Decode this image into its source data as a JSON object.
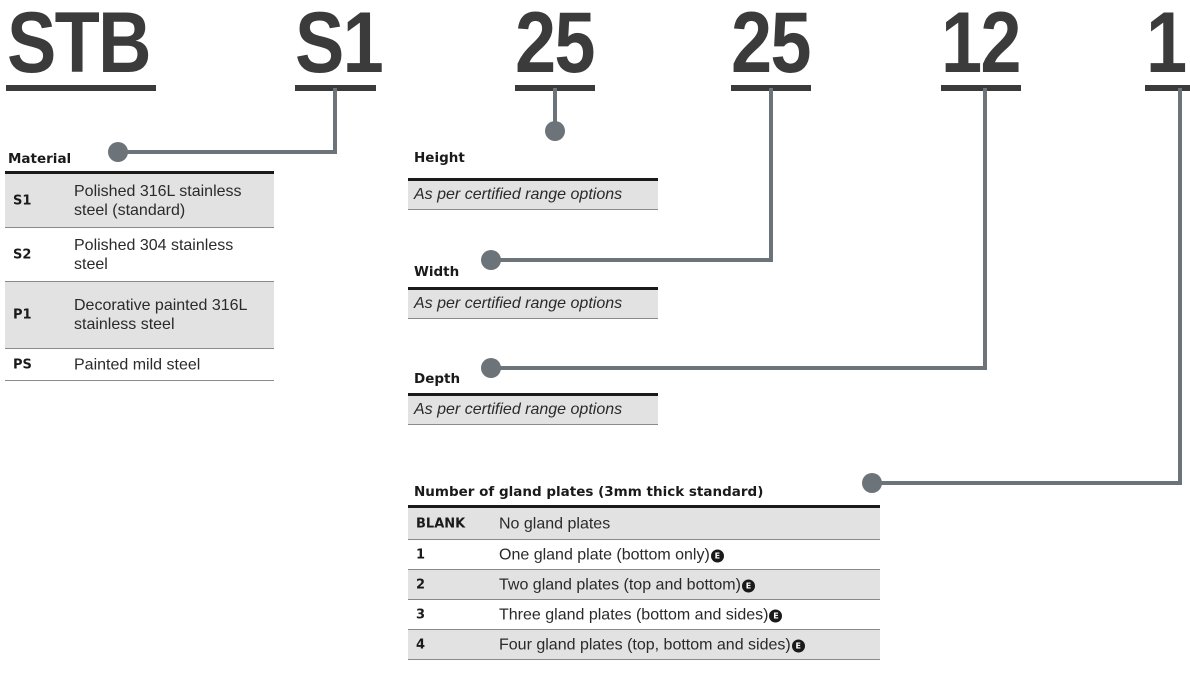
{
  "code_parts": [
    "STB",
    "S1",
    "25",
    "25",
    "12",
    "1"
  ],
  "material": {
    "title": "Material",
    "options": [
      {
        "code": "S1",
        "desc_line1": "Polished 316L stainless",
        "desc_line2": "steel (standard)"
      },
      {
        "code": "S2",
        "desc_line1": "Polished 304 stainless",
        "desc_line2": "steel"
      },
      {
        "code": "P1",
        "desc_line1": "Decorative painted 316L",
        "desc_line2": "stainless steel"
      },
      {
        "code": "PS",
        "desc_line1": "Painted mild steel",
        "desc_line2": ""
      }
    ]
  },
  "height": {
    "title": "Height",
    "value": "As per certified range options"
  },
  "width": {
    "title": "Width",
    "value": "As per certified range options"
  },
  "depth": {
    "title": "Depth",
    "value": "As per certified range options"
  },
  "gland_plates": {
    "title": "Number of gland plates (3mm thick standard)",
    "options": [
      {
        "code": "BLANK",
        "desc": "No gland plates",
        "badge": ""
      },
      {
        "code": "1",
        "desc": "One gland plate (bottom only)",
        "badge": "E"
      },
      {
        "code": "2",
        "desc": "Two gland plates (top and bottom)",
        "badge": "E"
      },
      {
        "code": "3",
        "desc": "Three gland plates (bottom and sides)",
        "badge": "E"
      },
      {
        "code": "4",
        "desc": "Four gland plates (top, bottom and sides)",
        "badge": "E"
      }
    ]
  },
  "colors": {
    "connector": "#6d7479",
    "text": "#3b3b3b",
    "row_shade": "#e2e2e2"
  }
}
